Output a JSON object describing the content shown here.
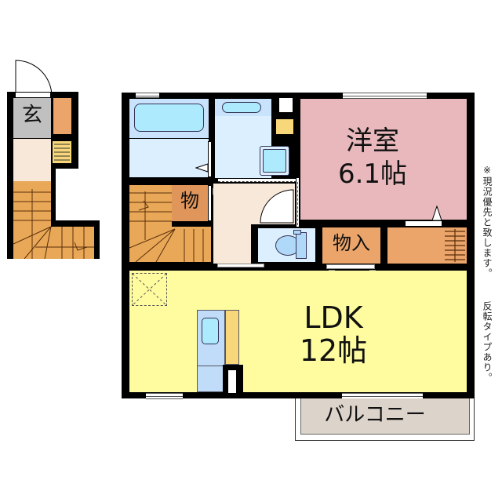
{
  "floorplan": {
    "entrance_label": "玄",
    "storage1_label": "物",
    "western_room": {
      "name": "洋室",
      "size": "6.1帖"
    },
    "closet_label": "物入",
    "ldk": {
      "name": "LDK",
      "size": "12帖"
    },
    "balcony_label": "バルコニー"
  },
  "notes": {
    "note1": "※現況優先と致します。",
    "note2": "反転タイプあり。"
  },
  "colors": {
    "wall": "#000000",
    "entrance": "#c0c0c0",
    "storage": "#eba56a",
    "stairs": "#e8a858",
    "hall": "#f7e8da",
    "bath": "#dcefff",
    "tub": "#aeeafe",
    "western_room": "#e8b8bc",
    "ldk": "#fefc9e",
    "balcony": "#dcd3cb",
    "shoe_rack": "#f7d77a"
  }
}
